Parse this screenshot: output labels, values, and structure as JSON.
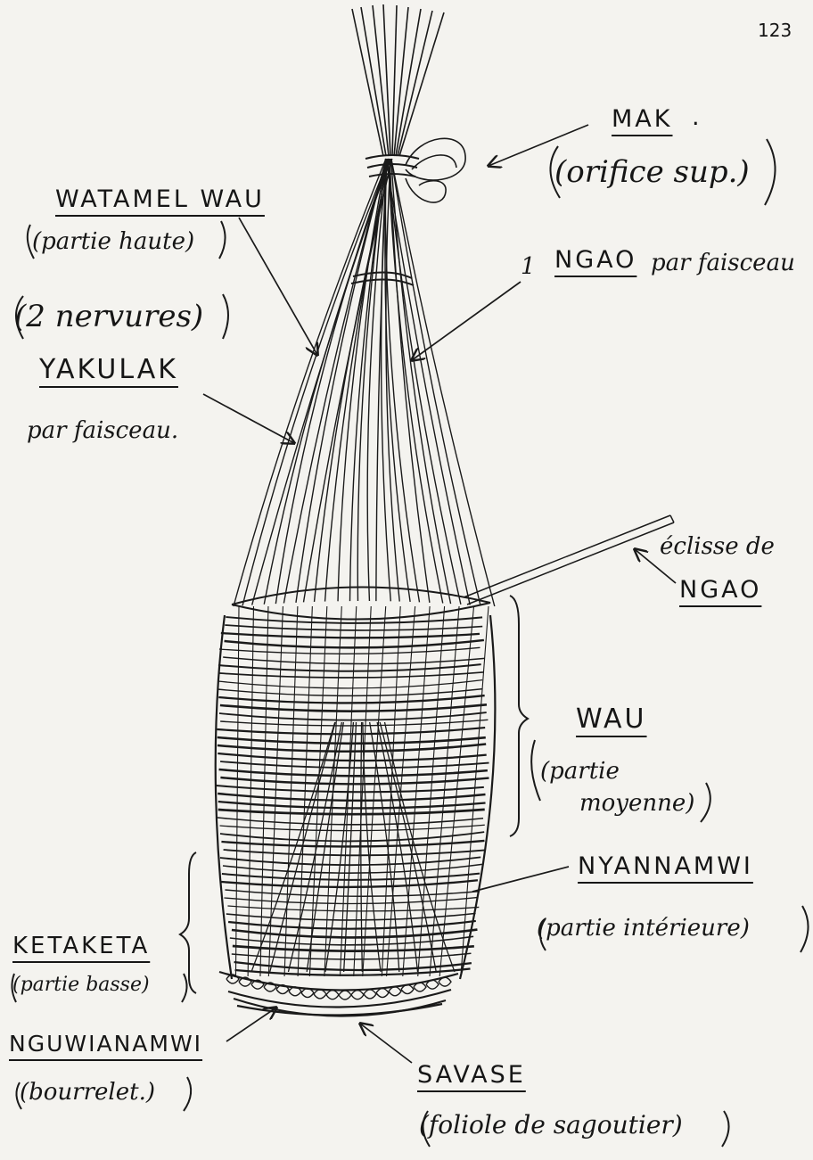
{
  "page_number": "123",
  "labels": {
    "mak": "MAK",
    "mak_dot": ".",
    "mak_note": "(orifice sup.)",
    "watamel_wau": "WATAMEL WAU",
    "watamel_note": "(partie haute)",
    "nervures": "(2 nervures)",
    "yakulak": "YAKULAK",
    "yakulak_note": "par faisceau.",
    "ngao_count": "1",
    "ngao_top": "NGAO",
    "ngao_note": "par faisceau",
    "eclisse": "éclisse de",
    "ngao_eclisse": "NGAO",
    "wau": "WAU",
    "wau_note_1": "(partie",
    "wau_note_2": "moyenne)",
    "nyannamwi": "NYANNAMWI",
    "nyannamwi_note": "(partie intérieure)",
    "ketaketa": "KETAKETA",
    "ketaketa_note": "(partie basse)",
    "nguwianamwi": "NGUWIANAMWI",
    "nguwianamwi_note": "(bourrelet.)",
    "savase": "SAVASE",
    "savase_note": "(foliole de sagoutier)"
  },
  "colors": {
    "paper": "#f4f3ef",
    "ink": "#1a1a1a"
  }
}
